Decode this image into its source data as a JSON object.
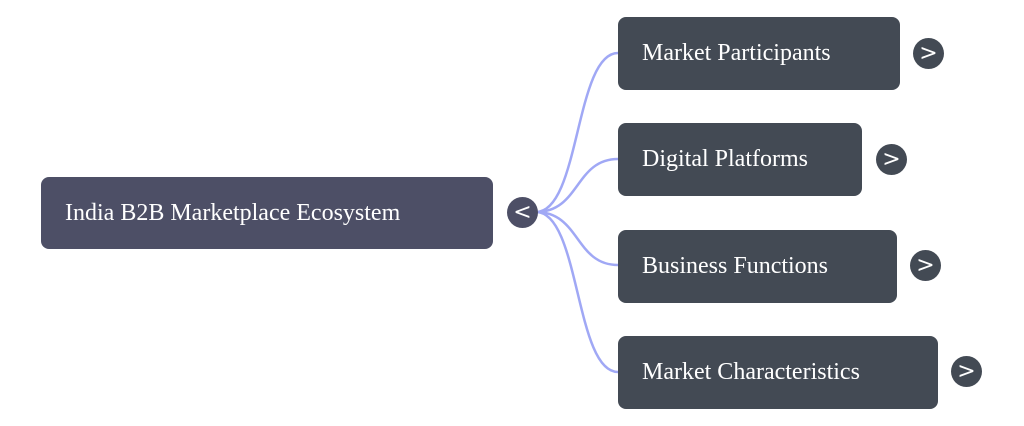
{
  "root": {
    "label": "India B2B Marketplace Ecosystem",
    "toggle": "<"
  },
  "children": [
    {
      "label": "Market Participants",
      "toggle": ">"
    },
    {
      "label": "Digital Platforms",
      "toggle": ">"
    },
    {
      "label": "Business Functions",
      "toggle": ">"
    },
    {
      "label": "Market Characteristics",
      "toggle": ">"
    }
  ],
  "colors": {
    "root": "#4d4f66",
    "child": "#434a54",
    "edge": "#a0a8f5"
  }
}
